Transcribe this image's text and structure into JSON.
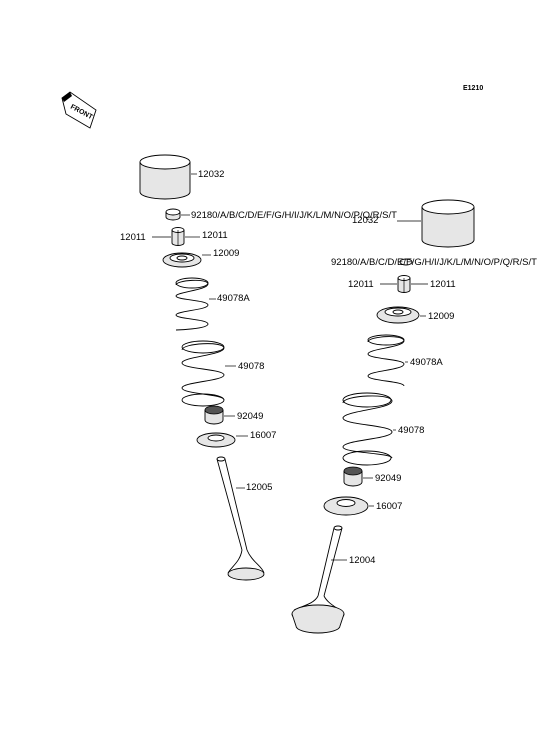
{
  "diagram": {
    "code": "E1210",
    "front_label": "FRONT",
    "left_valve": {
      "bucket": "12032",
      "shim": "92180/A/B/C/D/E/F/G/H/I/J/K/L/M/N/O/P/Q/R/S/T",
      "cotter_left": "12011",
      "cotter_right": "12011",
      "retainer": "12009",
      "inner_spring": "49078A",
      "outer_spring": "49078",
      "stem_seal": "92049",
      "spring_seat": "16007",
      "valve": "12005"
    },
    "right_valve": {
      "bucket": "12032",
      "shim": "92180/A/B/C/D/E/F/G/H/I/J/K/L/M/N/O/P/Q/R/S/T",
      "cotter_left": "12011",
      "cotter_right": "12011",
      "retainer": "12009",
      "inner_spring": "49078A",
      "outer_spring": "49078",
      "stem_seal": "92049",
      "spring_seat": "16007",
      "valve": "12004"
    }
  }
}
